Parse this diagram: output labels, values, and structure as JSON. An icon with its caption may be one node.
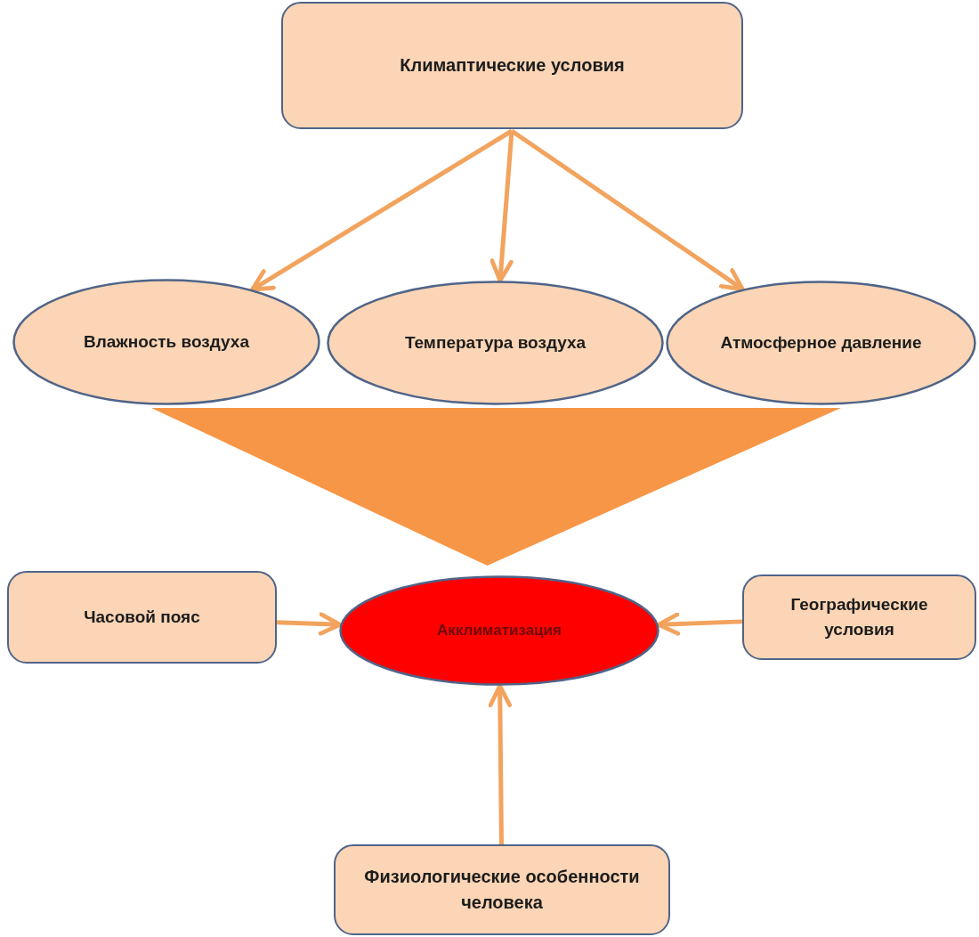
{
  "diagram": {
    "nodes": [
      {
        "text": [
          "Климаптические условия"
        ]
      },
      {
        "text": [
          "Влажность воздуха"
        ]
      },
      {
        "text": [
          "Температура воздуха"
        ]
      },
      {
        "text": [
          "Атмосферное давление"
        ]
      },
      {
        "text": [],
        "shape": "triangle"
      },
      {
        "text": [
          "Часовой пояс"
        ]
      },
      {
        "text": [
          "Акклиматизация"
        ]
      },
      {
        "text": [
          "Географические условия"
        ]
      },
      {
        "text": [
          "Физиологические особенности человека"
        ]
      }
    ],
    "edges": [
      {
        "from": 0,
        "to": 1,
        "arrow": "to"
      },
      {
        "from": 0,
        "to": 2,
        "arrow": "to"
      },
      {
        "from": 0,
        "to": 3,
        "arrow": "to"
      },
      {
        "from": 5,
        "to": 6,
        "arrow": "to"
      },
      {
        "from": 7,
        "to": 6,
        "arrow": "to"
      },
      {
        "from": 8,
        "to": 6,
        "arrow": "to"
      }
    ]
  }
}
